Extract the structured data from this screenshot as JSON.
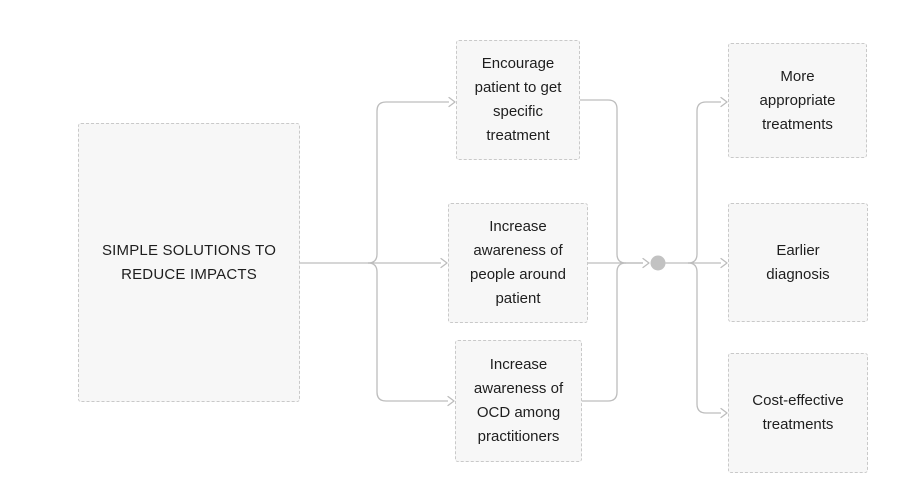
{
  "colors": {
    "background": "#ffffff",
    "node_fill": "#f7f7f7",
    "node_border": "#c9c9c9",
    "connector": "#bdbdbd",
    "junction_dot": "#c2c2c2",
    "text": "#1e1e1e"
  },
  "root": {
    "label": "SIMPLE SOLUTIONS TO REDUCE IMPACTS"
  },
  "solutions": [
    {
      "label": "Encourage patient to get specific treatment"
    },
    {
      "label": "Increase awareness of people around patient"
    },
    {
      "label": "Increase awareness of OCD among practitioners"
    }
  ],
  "outcomes": [
    {
      "label": "More appropriate treatments"
    },
    {
      "label": "Earlier diagnosis"
    },
    {
      "label": "Cost-effective treatments"
    }
  ]
}
